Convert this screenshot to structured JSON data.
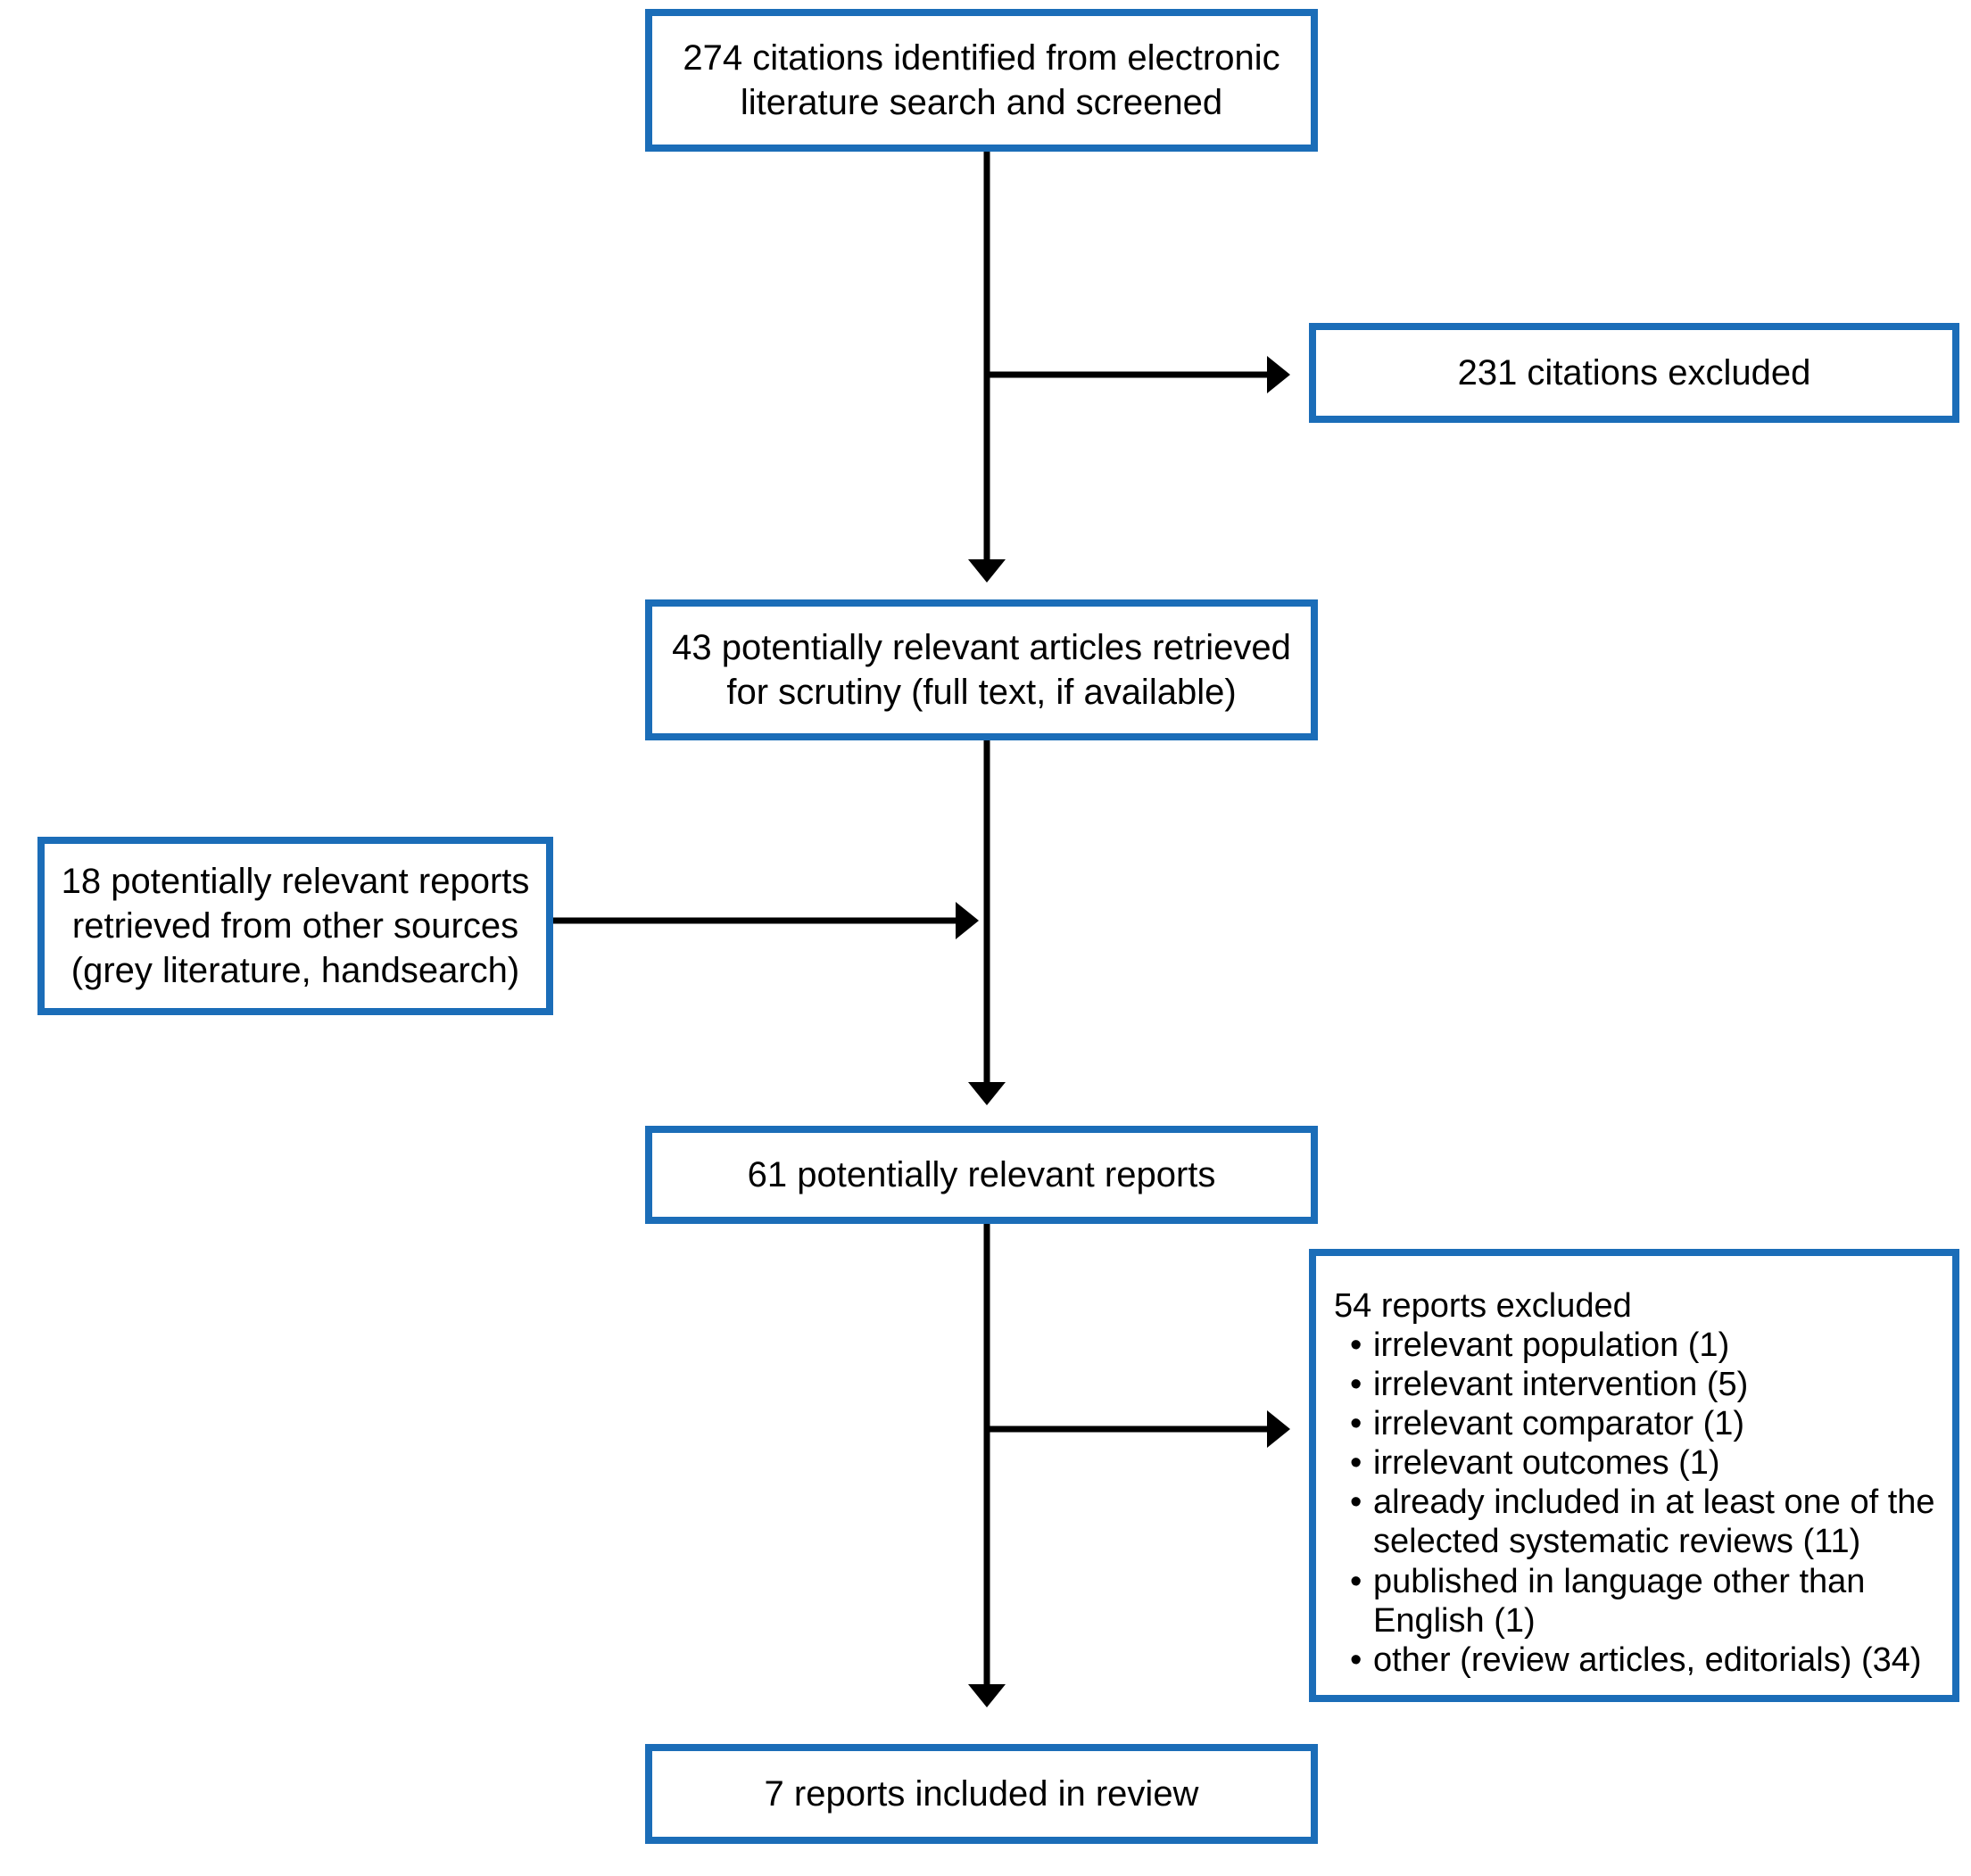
{
  "figure": {
    "description": "Flow diagram of literature search and study selection",
    "background_color": "#ffffff",
    "box_border_color": "#1b6db8",
    "arrow_color": "#000000",
    "text_color": "#000000"
  },
  "boxes": {
    "identified": {
      "text": "274 citations identified from electronic literature search and screened"
    },
    "excluded_citations": {
      "text": "231 citations excluded"
    },
    "retrieved": {
      "text": "43 potentially relevant articles retrieved for scrutiny (full text, if available)"
    },
    "other_sources": {
      "text": "18 potentially relevant reports retrieved from other sources (grey literature, handsearch)"
    },
    "potentially_relevant": {
      "text": "61 potentially relevant reports"
    },
    "excluded_reports": {
      "title": "54 reports excluded",
      "reasons": [
        "irrelevant population (1)",
        "irrelevant intervention (5)",
        "irrelevant comparator (1)",
        "irrelevant outcomes (1)",
        "already included in at least one of the selected systematic reviews (11)",
        "published in language other than English (1)",
        "other (review articles, editorials) (34)"
      ]
    },
    "included": {
      "text": "7 reports included in review"
    }
  },
  "connections": [
    {
      "from": "identified",
      "to": "retrieved",
      "type": "arrow-down"
    },
    {
      "from": "identified",
      "to": "excluded_citations",
      "type": "arrow-branch-right"
    },
    {
      "from": "retrieved",
      "to": "potentially_relevant",
      "type": "arrow-down"
    },
    {
      "from": "other_sources",
      "to": "potentially_relevant",
      "type": "arrow-right-into-flow"
    },
    {
      "from": "potentially_relevant",
      "to": "included",
      "type": "arrow-down"
    },
    {
      "from": "potentially_relevant",
      "to": "excluded_reports",
      "type": "arrow-branch-right"
    }
  ]
}
